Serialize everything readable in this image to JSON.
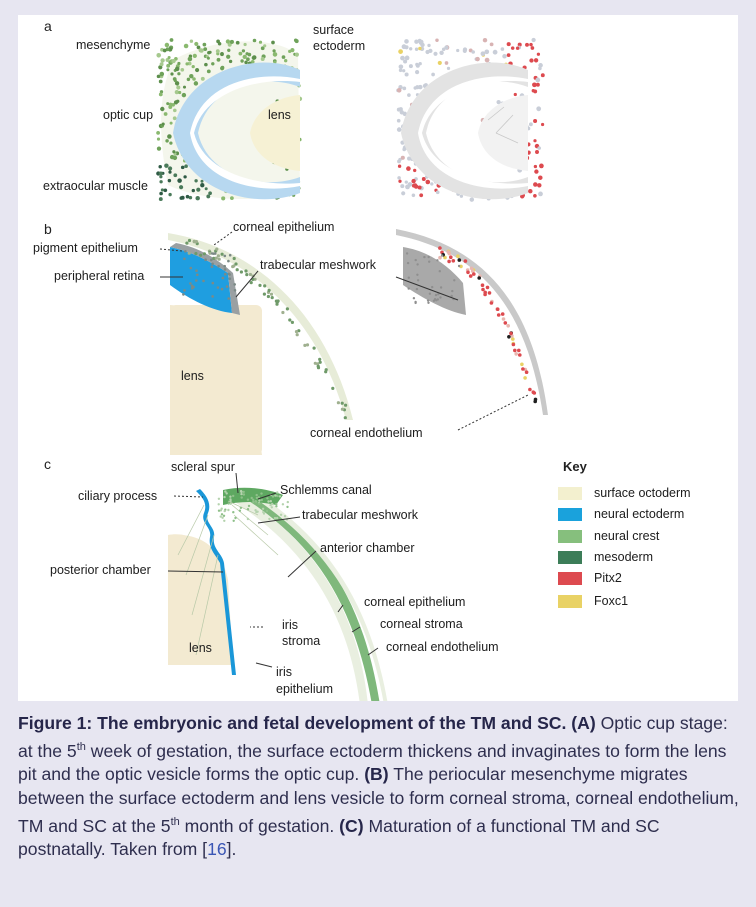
{
  "panels": {
    "a": {
      "letter": "a",
      "labels": {
        "mesenchyme": "mesenchyme",
        "surface_ectoderm_1": "surface",
        "surface_ectoderm_2": "ectoderm",
        "optic_cup": "optic cup",
        "lens": "lens",
        "extraocular_muscle": "extraocular muscle"
      }
    },
    "b": {
      "letter": "b",
      "labels": {
        "corneal_epithelium": "corneal epithelium",
        "pigment_epithelium": "pigment epithelium",
        "peripheral_retina": "peripheral retina",
        "trabecular_meshwork": "trabecular meshwork",
        "lens": "lens",
        "corneal_endothelium": "corneal endothelium"
      }
    },
    "c": {
      "letter": "c",
      "labels": {
        "scleral_spur": "scleral spur",
        "ciliary_process": "ciliary process",
        "schlemms_canal": "Schlemms canal",
        "trabecular_meshwork": "trabecular meshwork",
        "anterior_chamber": "anterior chamber",
        "posterior_chamber": "posterior chamber",
        "corneal_epithelium": "corneal epithelium",
        "corneal_stroma": "corneal stroma",
        "corneal_endothelium": "corneal endothelium",
        "iris_stroma_1": "iris",
        "iris_stroma_2": "stroma",
        "lens": "lens",
        "iris_epithelium_1": "iris",
        "iris_epithelium_2": "epithelium"
      }
    }
  },
  "key": {
    "title": "Key",
    "items": [
      {
        "label": "surface octoderm",
        "color": "#f3f0cf"
      },
      {
        "label": "neural  ectoderm",
        "color": "#1aa2dc"
      },
      {
        "label": "neural crest",
        "color": "#86bf7d"
      },
      {
        "label": "mesoderm",
        "color": "#3c7d58"
      },
      {
        "label": "Pitx2",
        "color": "#dd4a4f"
      },
      {
        "label": "Foxc1",
        "color": "#e9d265"
      }
    ]
  },
  "caption": {
    "title": "Figure 1: The embryonic and fetal development of the TM and SC.",
    "a_tag": "(A)",
    "a_text_1": "Optic cup stage: at the 5",
    "a_sup": "th",
    "a_text_2": " week of gestation, the surface ectoderm thickens and invaginates to form the lens pit and the optic vesicle forms the optic cup.",
    "b_tag": "(B)",
    "b_text_1": "The periocular mesenchyme migrates between the surface ectoderm and lens vesicle to form corneal stroma, corneal endothelium, TM and SC at the 5",
    "b_sup": "th",
    "b_text_2": " month of gestation.",
    "c_tag": "(C)",
    "c_text": "Maturation of a functional TM and SC postnatally. Taken from [",
    "cite": "16",
    "end": "]."
  }
}
